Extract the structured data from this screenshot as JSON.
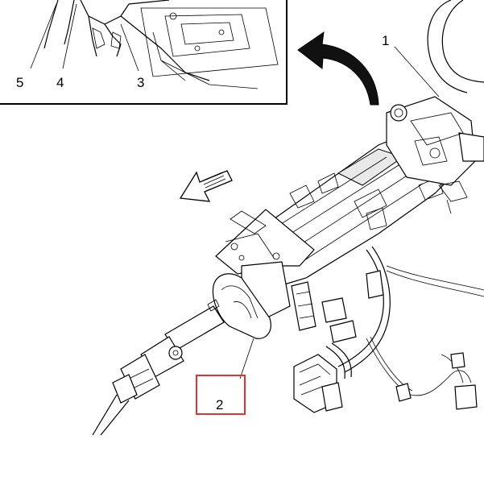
{
  "callouts": {
    "c1": "1",
    "c2": "2",
    "c3": "3",
    "c4": "4",
    "c5": "5"
  },
  "colors": {
    "line": "#000000",
    "highlight": "#e0342f",
    "background": "#ffffff"
  }
}
